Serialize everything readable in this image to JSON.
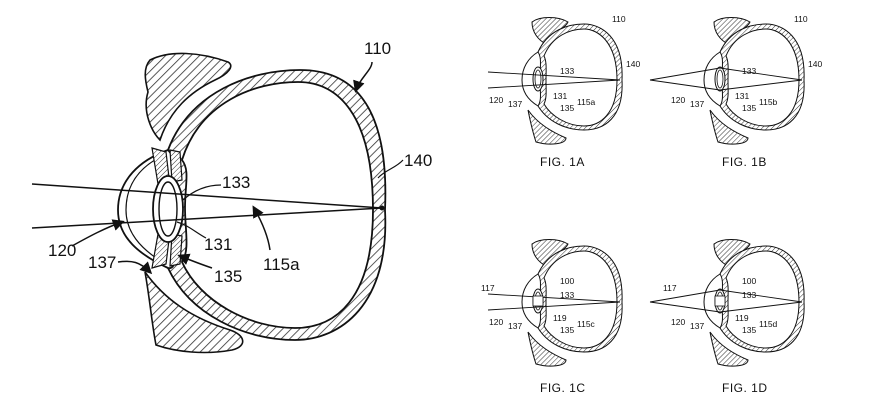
{
  "main_figure": {
    "labels": {
      "system": "110",
      "retina": "140",
      "lens": "133",
      "cornea": "120",
      "optic": "131",
      "iris": "137",
      "ciliary": "135",
      "beam": "115a"
    }
  },
  "figures": [
    {
      "caption": "FIG. 1A",
      "labels": {
        "system": "110",
        "retina": "140",
        "lens": "133",
        "cornea": "120",
        "iris": "137",
        "optic": "131",
        "ciliary": "135",
        "beam": "115a"
      }
    },
    {
      "caption": "FIG. 1B",
      "labels": {
        "system": "110",
        "retina": "140",
        "lens": "133",
        "cornea": "120",
        "iris": "137",
        "optic": "131",
        "ciliary": "135",
        "beam": "115b"
      }
    },
    {
      "caption": "FIG. 1C",
      "labels": {
        "device": "100",
        "input": "117",
        "lens": "133",
        "implant": "119",
        "cornea": "120",
        "iris": "137",
        "ciliary": "135",
        "beam": "115c"
      }
    },
    {
      "caption": "FIG. 1D",
      "labels": {
        "device": "100",
        "input": "117",
        "lens": "133",
        "implant": "119",
        "cornea": "120",
        "iris": "137",
        "ciliary": "135",
        "beam": "115d"
      }
    }
  ]
}
